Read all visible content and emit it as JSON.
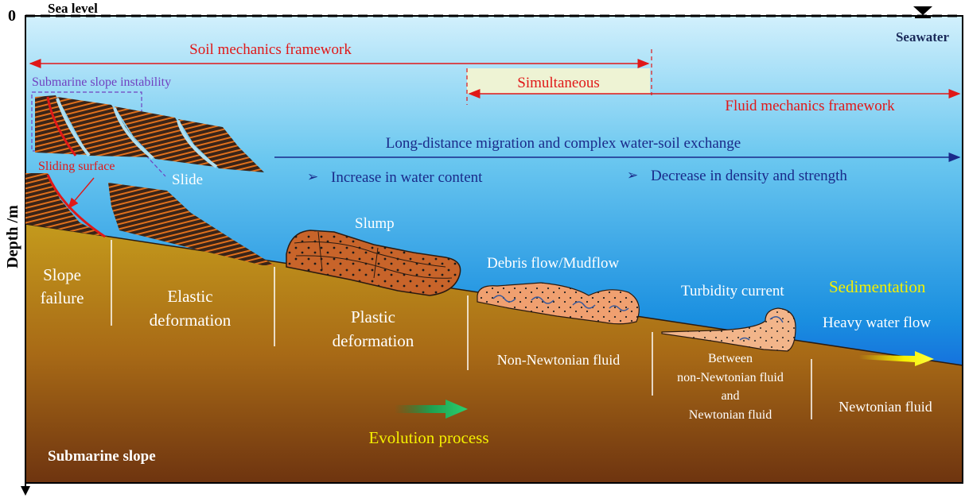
{
  "axis": {
    "zero_label": "0",
    "sea_level_label": "Sea level",
    "depth_label": "Depth /m"
  },
  "seawater_label": "Seawater",
  "frameworks": {
    "soil": "Soil mechanics framework",
    "simultaneous": "Simultaneous",
    "fluid": "Fluid mechanics framework"
  },
  "labels": {
    "submarine_slope_instability": "Submarine slope instability",
    "sliding_surface": "Sliding surface",
    "slide": "Slide",
    "slump": "Slump",
    "debris_flow": "Debris flow/Mudflow",
    "turbidity_current": "Turbidity current",
    "sedimentation": "Sedimentation",
    "heavy_water_flow": "Heavy water flow",
    "migration": "Long-distance migration and complex water-soil exchange",
    "increase_water": "Increase in water content",
    "decrease_density": "Decrease in density and strength",
    "bullet": "➢"
  },
  "stages": {
    "slope_failure_1": "Slope",
    "slope_failure_2": "failure",
    "elastic_1": "Elastic",
    "elastic_2": "deformation",
    "plastic_1": "Plastic",
    "plastic_2": "deformation",
    "non_newtonian": "Non-Newtonian fluid",
    "between_1": "Between",
    "between_2": "non-Newtonian fluid",
    "between_3": "and",
    "between_4": "Newtonian fluid",
    "newtonian": "Newtonian fluid"
  },
  "evolution_process": "Evolution process",
  "submarine_slope": "Submarine slope",
  "colors": {
    "sea_top": "#cfeefb",
    "sea_mid": "#2aa4e0",
    "sea_bottom": "#0a2fd8",
    "sediment_top": "#c19a1c",
    "sediment_bottom": "#7a3f12",
    "red": "#e01818",
    "purple": "#7040c0",
    "navy": "#1a2a8a",
    "yellow": "#f5f000",
    "block": "#3a2a1a",
    "stripe": "#e07020",
    "slump": "#c8642a",
    "debris": "#f0a070",
    "turbidity": "#f2b58a",
    "simultaneous_fill": "#eef3d4"
  }
}
